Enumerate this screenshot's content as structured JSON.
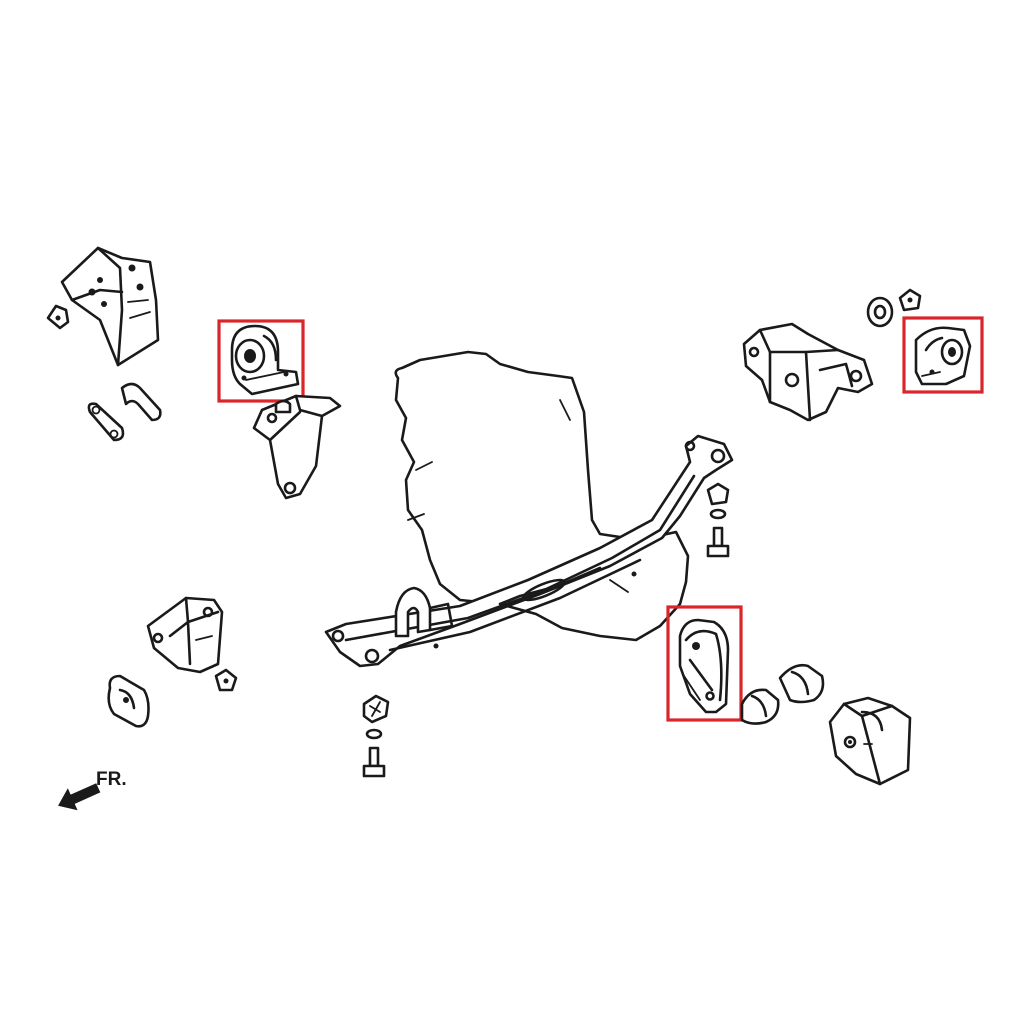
{
  "diagram": {
    "direction_label": "FR.",
    "highlight_color": "#d9262b",
    "line_color": "#1a1a1a",
    "background": "#ffffff",
    "highlighted_parts": [
      "front-engine-mount",
      "side-engine-mount",
      "rear-engine-mount"
    ]
  }
}
